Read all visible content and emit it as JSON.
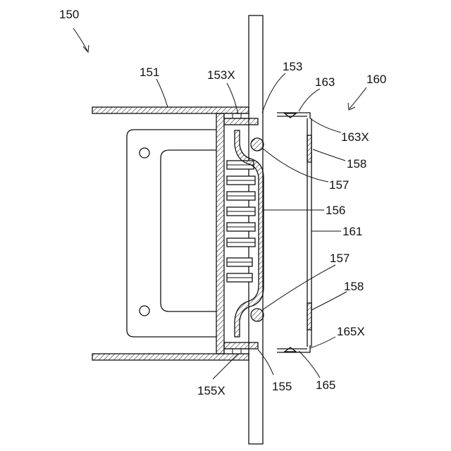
{
  "labels": {
    "l150": "150",
    "l151": "151",
    "l153X": "153X",
    "l153": "153",
    "l163": "163",
    "l160": "160",
    "l163X": "163X",
    "l158a": "158",
    "l157a": "157",
    "l156": "156",
    "l161": "161",
    "l157b": "157",
    "l158b": "158",
    "l165X": "165X",
    "l155X": "155X",
    "l155": "155",
    "l165": "165"
  }
}
